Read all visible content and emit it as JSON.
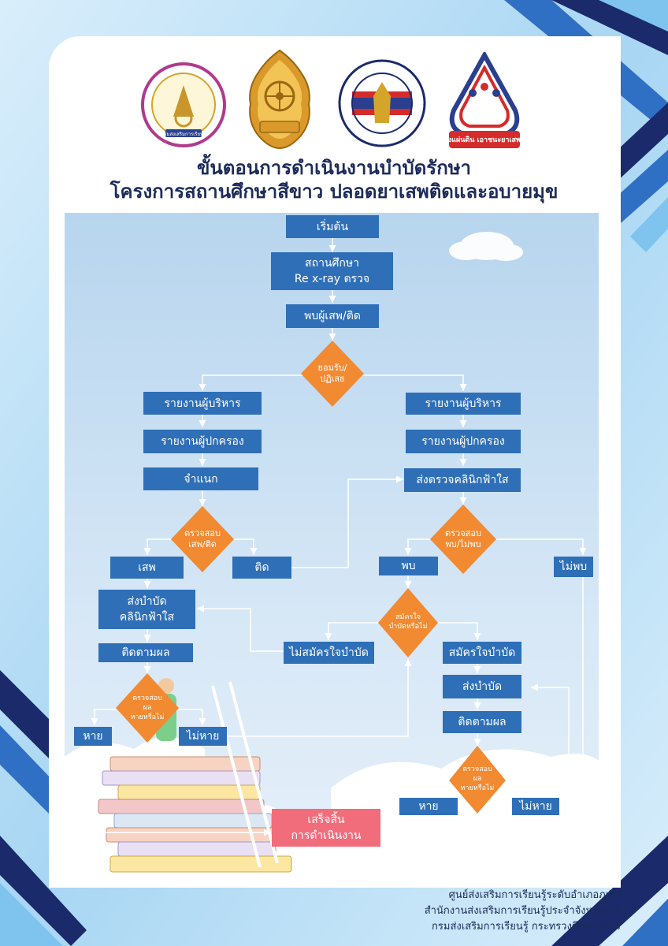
{
  "title": {
    "line1": "ขั้นตอนการดำเนินงานบำบัดรักษา",
    "line2": "โครงการสถานศึกษาสีขาว ปลอดยาเสพติดและอบายมุข"
  },
  "logos": {
    "logo1_text": "กรมส่งเสริมการเรียนรู้",
    "logo4_text": "พลังแผ่นดิน เอาชนะยาเสพติด"
  },
  "flow": {
    "start": "เริ่มต้น",
    "school_1": "สถานศึกษา",
    "school_2": "Re x-ray ตรวจ",
    "found": "พบผู้เสพ/ติด",
    "accept_1": "ยอมรับ/",
    "accept_2": "ปฏิเสธ",
    "left_report_admin": "รายงานผู้บริหาร",
    "left_report_parent": "รายงานผู้ปกครอง",
    "classify": "จำแนก",
    "check_user_1": "ตรวจสอบ",
    "check_user_2": "เสพ/ติด",
    "user": "เสพ",
    "addict": "ติด",
    "send_treat_1": "ส่งบำบัด",
    "send_treat_2": "คลินิกฟ้าใส",
    "follow_left": "ติดตามผล",
    "result_left_1": "ตรวจสอบ",
    "result_left_2": "ผล",
    "result_left_3": "หายหรือไม่",
    "cured_left": "หาย",
    "not_cured_left": "ไม่หาย",
    "right_report_admin": "รายงานผู้บริหาร",
    "right_report_parent": "รายงานผู้ปกครอง",
    "send_clinic": "ส่งตรวจคลินิกฟ้าใส",
    "check_found_1": "ตรวจสอบ",
    "check_found_2": "พบ/ไม่พบ",
    "found_right": "พบ",
    "not_found": "ไม่พบ",
    "volunteer_q_1": "สมัครใจ",
    "volunteer_q_2": "บำบัดหรือไม่",
    "not_volunteer": "ไม่สมัครใจบำบัด",
    "volunteer": "สมัครใจบำบัด",
    "send_treat_right": "ส่งบำบัด",
    "follow_right": "ติดตามผล",
    "result_right_1": "ตรวจสอบ",
    "result_right_2": "ผล",
    "result_right_3": "หายหรือไม่",
    "cured_right": "หาย",
    "not_cured_right": "ไม่หาย",
    "end_1": "เสร็จสิ้น",
    "end_2": "การดำเนินงาน"
  },
  "footer": {
    "line1": "ศูนย์ส่งเสริมการเรียนรู้ระดับอำเภอภูเรือ",
    "line2": "สำนักงานส่งเสริมการเรียนรู้ประจำจังหวัดเลย",
    "line3": "กรมส่งเสริมการเรียนรู้  กระทรวงศึกษาธิการ"
  },
  "colors": {
    "box": "#2e6fb8",
    "diamond": "#f28a32",
    "end_box": "#f16d7c",
    "frame_dark": "#1b2a6b",
    "frame_blue": "#2f6fc4",
    "frame_light": "#7fc3ef"
  }
}
